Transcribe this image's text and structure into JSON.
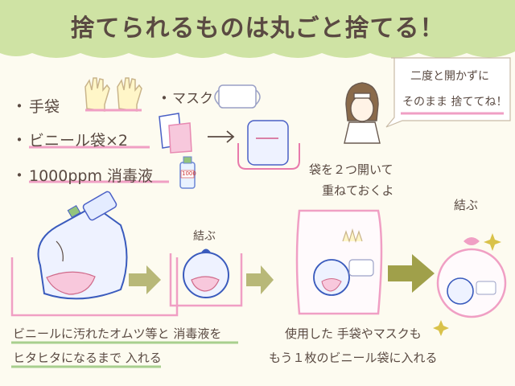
{
  "title": "捨てられるものは丸ごと捨てる！",
  "items": {
    "gloves": "手袋",
    "mask": "マスク",
    "bags": "ビニール袋×2",
    "disinfectant": "1000ppm 消毒液",
    "bottle_label": "1000"
  },
  "speech": {
    "line1": "二度と開かずに",
    "line2": "そのまま 捨ててね！"
  },
  "steps": {
    "tie1": "結ぶ",
    "open_two": "袋を２つ開いて",
    "stack": "重ねておくよ",
    "tie2": "結ぶ"
  },
  "captions": {
    "c1a": "ビニールに汚れたオムツ等と 消毒液を",
    "c1b": "ヒタヒタになるまで 入れる",
    "c2a": "使用した 手袋やマスクも",
    "c2b": "もう１枚のビニール袋に入れる"
  },
  "colors": {
    "banner": "#cfe3a4",
    "pink_line": "#f09fc4",
    "blue_line": "#3a5bbd",
    "arrow": "#b8b878"
  }
}
